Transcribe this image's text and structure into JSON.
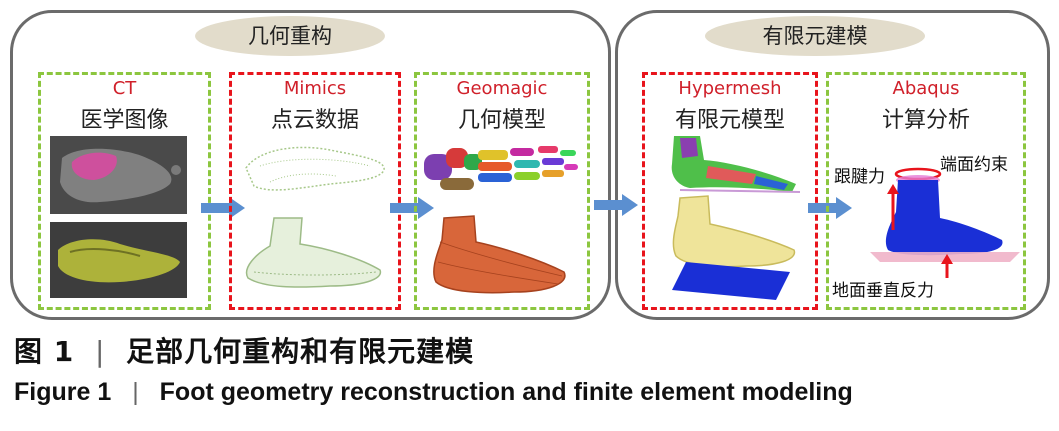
{
  "panels": {
    "geometry": {
      "title": "几何重构"
    },
    "fem": {
      "title": "有限元建模"
    }
  },
  "steps": [
    {
      "tool": "CT",
      "desc": "医学图像"
    },
    {
      "tool": "Mimics",
      "desc": "点云数据"
    },
    {
      "tool": "Geomagic",
      "desc": "几何模型"
    },
    {
      "tool": "Hypermesh",
      "desc": "有限元模型"
    },
    {
      "tool": "Abaqus",
      "desc": "计算分析"
    }
  ],
  "annotations": {
    "achilles": "跟腱力",
    "end_constraint": "端面约束",
    "ground_reaction": "地面垂直反力"
  },
  "caption": {
    "cn_label": "图 1",
    "cn_sep": "|",
    "cn_text": "足部几何重构和有限元建模",
    "en_label": "Figure 1",
    "en_sep": "|",
    "en_text": "Foot geometry reconstruction and finite element modeling"
  },
  "colors": {
    "panel_border": "#6b6b6b",
    "pill_bg": "#e2dccb",
    "green_dash": "#8cc63f",
    "red_dash": "#e8141c",
    "tool_text": "#d0202a",
    "arrow": "#5b8fd0"
  }
}
